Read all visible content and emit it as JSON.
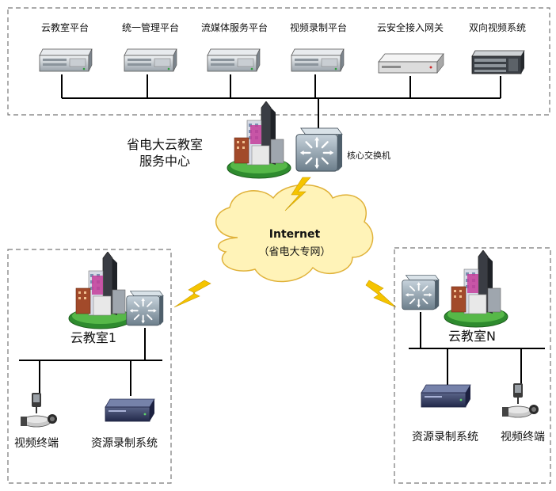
{
  "top_platforms": [
    {
      "label": "云教室平台"
    },
    {
      "label": "统一管理平台"
    },
    {
      "label": "流媒体服务平台"
    },
    {
      "label": "视频录制平台"
    },
    {
      "label": "云安全接入网关"
    },
    {
      "label": "双向视频系统"
    }
  ],
  "center": {
    "name_line1": "省电大云教室",
    "name_line2": "服务中心",
    "switch_label": "核心交换机"
  },
  "internet": {
    "title": "Internet",
    "subtitle": "（省电大专网）"
  },
  "left_site": {
    "name": "云教室1",
    "device1": "视频终端",
    "device2": "资源录制系统"
  },
  "right_site": {
    "name": "云教室N",
    "device1": "资源录制系统",
    "device2": "视频终端"
  },
  "colors": {
    "cloud_fill": "#fff3b8",
    "cloud_stroke": "#e0b23a",
    "lightning": "#f5c400",
    "dashed_border": "#777777",
    "line": "#000000"
  }
}
